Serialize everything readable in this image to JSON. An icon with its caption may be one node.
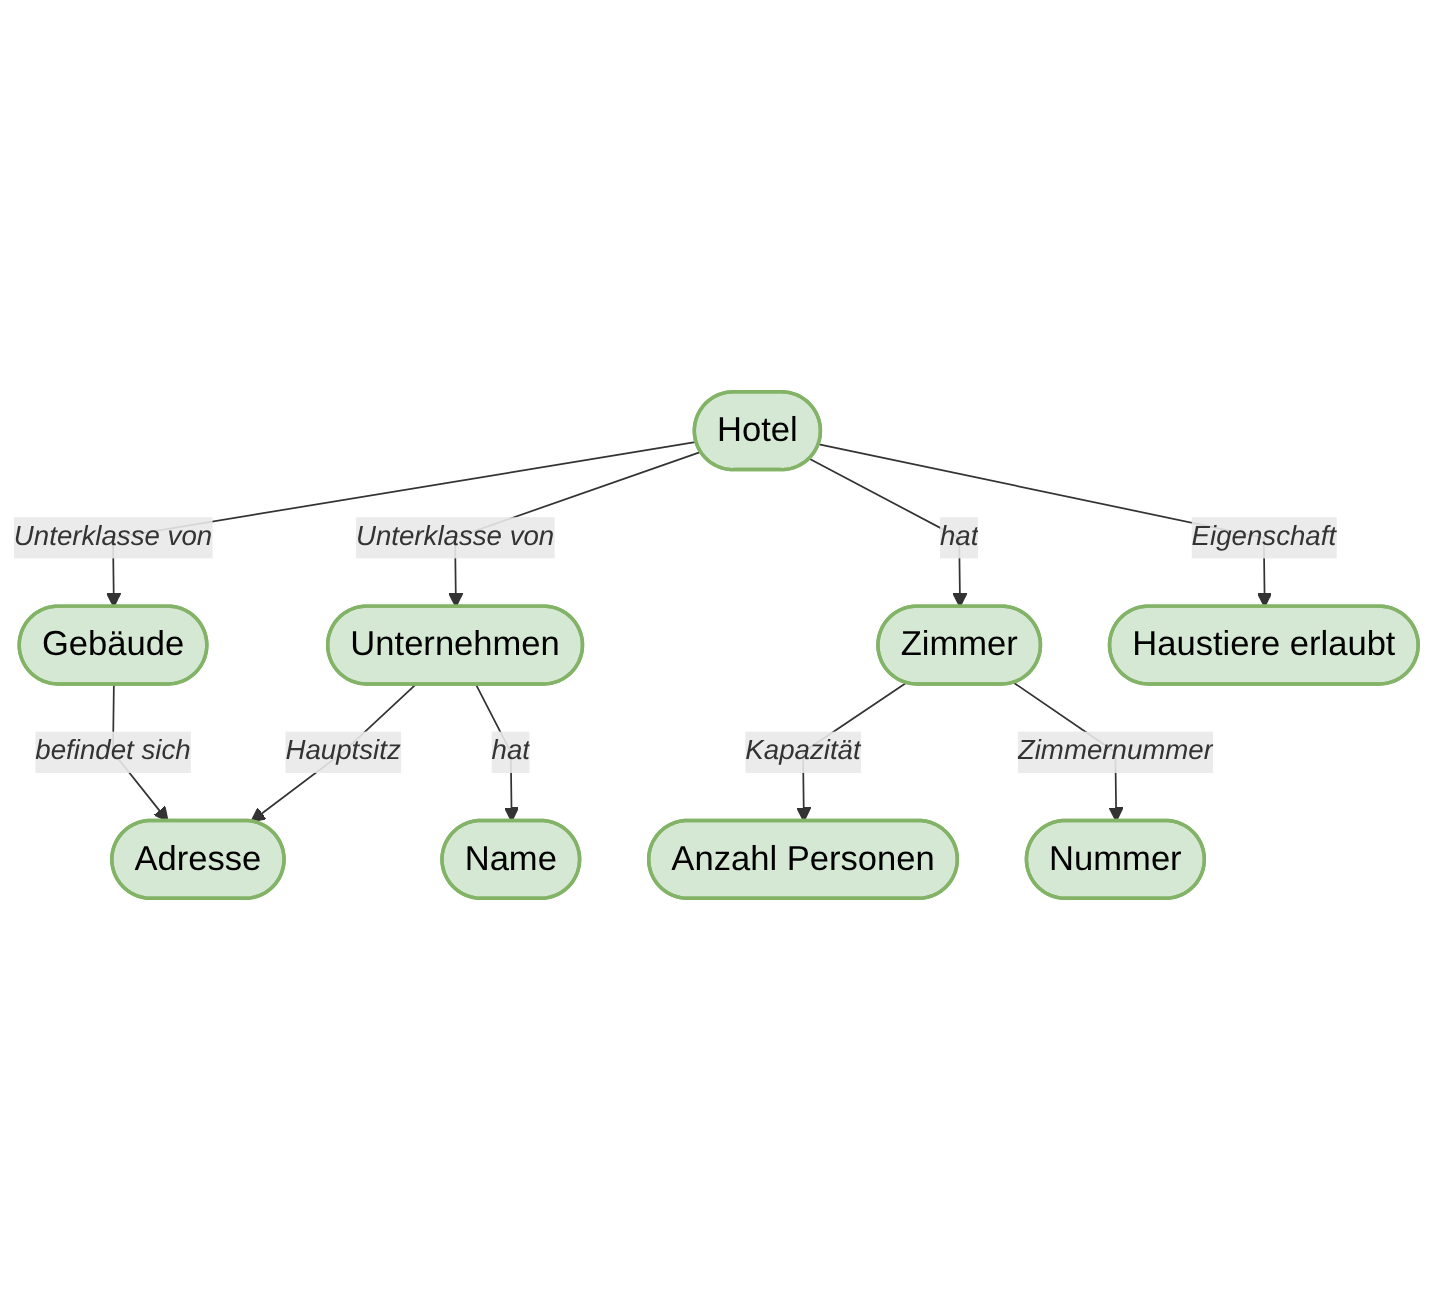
{
  "diagram": {
    "nodes": [
      {
        "text": [
          "Adresse"
        ]
      },
      {
        "text": [
          "Unternehmen"
        ]
      },
      {
        "text": [
          "Gebäude"
        ]
      },
      {
        "text": [
          "Name"
        ]
      },
      {
        "text": [
          "Hotel"
        ]
      },
      {
        "text": [
          "Zimmer"
        ]
      },
      {
        "text": [
          "Haustiere erlaubt"
        ]
      },
      {
        "text": [
          "Anzahl Personen"
        ]
      },
      {
        "text": [
          "Nummer"
        ]
      }
    ],
    "edges": [
      {
        "from": 1,
        "to": 0,
        "arrow": "to",
        "label": "Hauptsitz"
      },
      {
        "from": 2,
        "to": 0,
        "arrow": "to",
        "label": "befindet sich"
      },
      {
        "from": 1,
        "to": 3,
        "arrow": "to",
        "label": "hat"
      },
      {
        "from": 4,
        "to": 1,
        "arrow": "to",
        "label": "Unterklasse von"
      },
      {
        "from": 4,
        "to": 2,
        "arrow": "to",
        "label": "Unterklasse von"
      },
      {
        "from": 4,
        "to": 5,
        "arrow": "to",
        "label": "hat"
      },
      {
        "from": 4,
        "to": 6,
        "arrow": "to",
        "label": "Eigenschaft"
      },
      {
        "from": 5,
        "to": 7,
        "arrow": "to",
        "label": "Kapazität"
      },
      {
        "from": 5,
        "to": 8,
        "arrow": "to",
        "label": "Zimmernummer"
      }
    ]
  }
}
